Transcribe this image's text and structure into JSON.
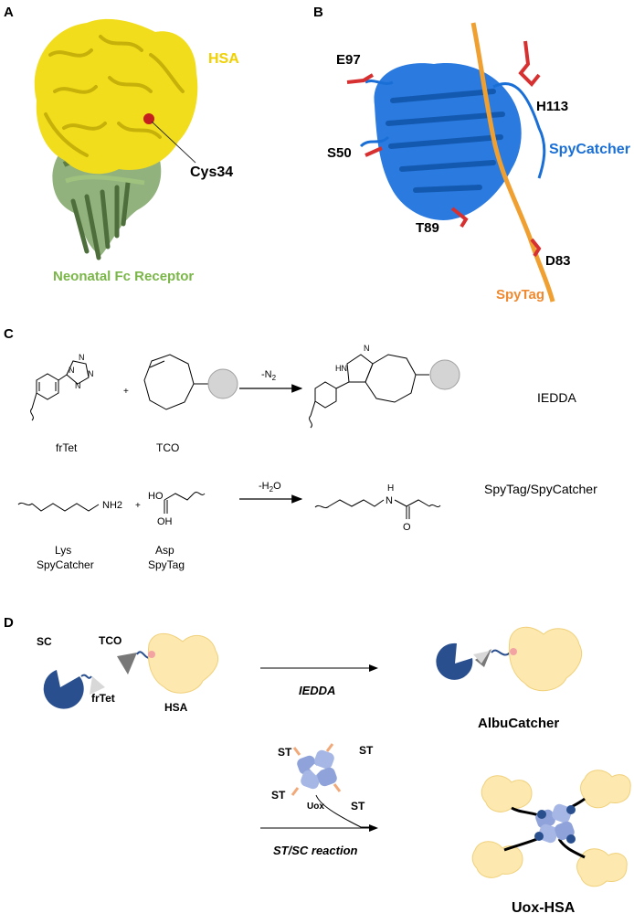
{
  "panel_a": {
    "letter": "A",
    "hsa_label": "HSA",
    "cys_label": "Cys34",
    "receptor_label": "Neonatal Fc Receptor",
    "colors": {
      "hsa": "#f4e01f",
      "receptor": "#6f8f52",
      "cys": "#cc1f1f",
      "hsa_text": "#f0d000",
      "receptor_text": "#7ab648"
    }
  },
  "panel_b": {
    "letter": "B",
    "residues": {
      "e97": "E97",
      "h113": "H113",
      "s50": "S50",
      "t89": "T89",
      "d83": "D83"
    },
    "spycatcher_label": "SpyCatcher",
    "spytag_label": "SpyTag",
    "colors": {
      "spycatcher": "#1a6fd6",
      "spytag": "#f0a030",
      "residue": "#d73030"
    }
  },
  "panel_c": {
    "letter": "C",
    "frtet_label": "frTet",
    "tco_label": "TCO",
    "plus": "+",
    "iedda_arrow_label": "-N",
    "iedda_arrow_sub": "2",
    "iedda_name": "IEDDA",
    "lys_label_1": "Lys",
    "lys_label_2": "SpyCatcher",
    "asp_label_1": "Asp",
    "asp_label_2": "SpyTag",
    "nh2": "NH2",
    "ho": "HO",
    "oh": "OH",
    "o": "O",
    "h": "H",
    "n": "N",
    "hn": "HN",
    "water_label": "-H",
    "water_sub": "2",
    "water_label_end": "O",
    "spy_name": "SpyTag/SpyCatcher"
  },
  "panel_d": {
    "letter": "D",
    "sc_label": "SC",
    "tco_label": "TCO",
    "frtet_label": "frTet",
    "hsa_label": "HSA",
    "iedda_label": "IEDDA",
    "albucatcher_label": "AlbuCatcher",
    "st_labels": [
      "ST",
      "ST",
      "ST",
      "ST"
    ],
    "uox_label": "Uox",
    "reaction_label": "ST/SC reaction",
    "product_label": "Uox-HSA",
    "colors": {
      "sc": "#2a4f8f",
      "hsa_fill": "#fde9b0",
      "uox": "#9aaee0",
      "tco": "#777777",
      "frtet": "#cccccc",
      "st": "#f2a97a"
    }
  }
}
